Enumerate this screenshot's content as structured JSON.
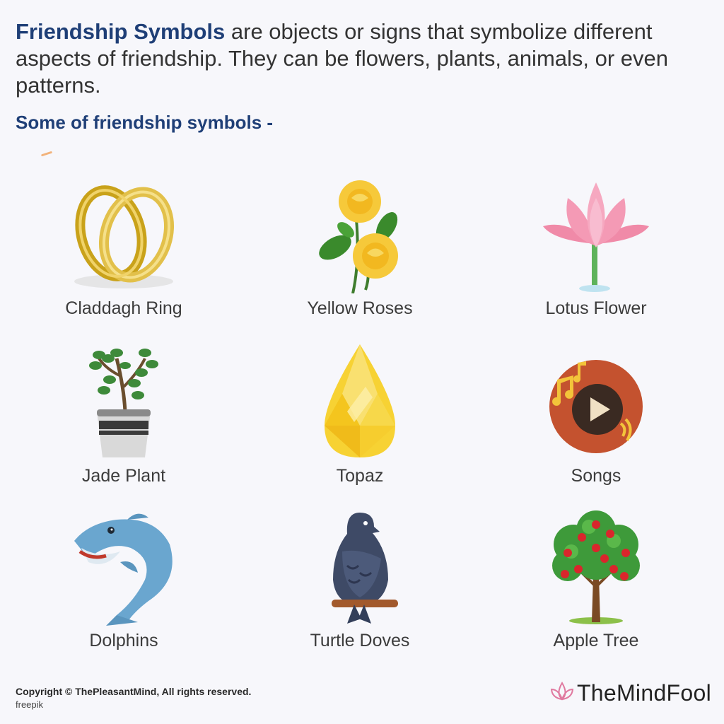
{
  "intro": {
    "highlight": "Friendship Symbols",
    "rest": " are objects or signs that symbolize different aspects of friendship. They can be flowers, plants, animals, or even patterns."
  },
  "subheading": "Some of friendship symbols -",
  "symbols": [
    {
      "label": "Claddagh Ring",
      "icon": "gold-rings-icon"
    },
    {
      "label": "Yellow Roses",
      "icon": "yellow-roses-icon"
    },
    {
      "label": "Lotus Flower",
      "icon": "lotus-icon"
    },
    {
      "label": "Jade Plant",
      "icon": "jade-plant-icon"
    },
    {
      "label": "Topaz",
      "icon": "topaz-gem-icon"
    },
    {
      "label": "Songs",
      "icon": "music-play-icon"
    },
    {
      "label": "Dolphins",
      "icon": "dolphin-icon"
    },
    {
      "label": "Turtle Doves",
      "icon": "dove-icon"
    },
    {
      "label": "Apple Tree",
      "icon": "apple-tree-icon"
    }
  ],
  "footer": {
    "copyright": "Copyright © ThePleasantMind, All rights reserved.",
    "source": "freepik",
    "brand": "TheMindFool",
    "brand_color": "#e07aa0"
  },
  "colors": {
    "heading_blue": "#1f3f77",
    "background": "#f7f7fb"
  }
}
